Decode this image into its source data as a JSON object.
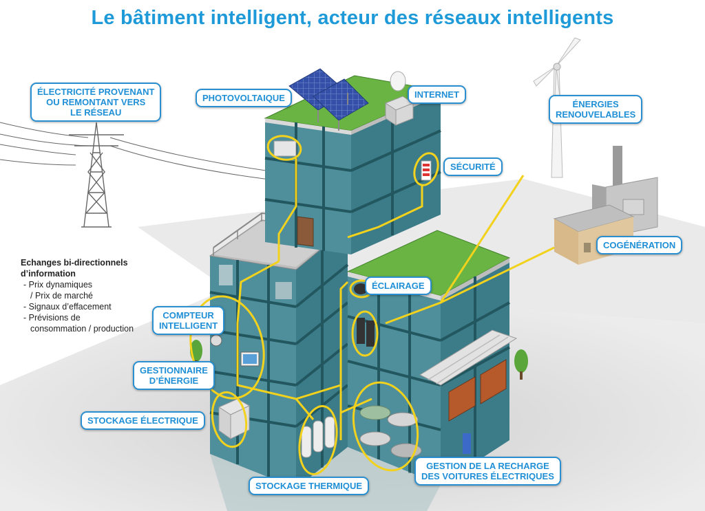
{
  "title": "Le bâtiment intelligent, acteur des réseaux intelligents",
  "labels": {
    "grid": [
      "ÉLECTRICITÉ PROVENANT",
      "OU REMONTANT VERS",
      "LE RÉSEAU"
    ],
    "photovoltaic": "PHOTOVOLTAIQUE",
    "internet": "INTERNET",
    "renewables": [
      "ÉNERGIES",
      "RENOUVELABLES"
    ],
    "security": "SÉCURITÉ",
    "cogeneration": "COGÉNÉRATION",
    "lighting": "ÉCLAIRAGE",
    "smart_meter": [
      "COMPTEUR",
      "INTELLIGENT"
    ],
    "energy_manager": [
      "GESTIONNAIRE",
      "D’ÉNERGIE"
    ],
    "electric_storage": "STOCKAGE ÉLECTRIQUE",
    "thermal_storage": "STOCKAGE THERMIQUE",
    "ev_charging": [
      "GESTION DE LA RECHARGE",
      "DES VOITURES ÉLECTRIQUES"
    ]
  },
  "info": {
    "heading": [
      "Echanges bi-directionnels",
      "d’information"
    ],
    "items": [
      "- Prix dynamiques",
      "  / Prix de marché",
      "- Signaux d’effacement",
      "- Prévisions de",
      "  consommation / production"
    ]
  },
  "colors": {
    "title": "#1f9ad8",
    "callout_border": "#2a8fd0",
    "network_line": "#f2d21c",
    "roof_green": "#69b443",
    "glass": "#4f8f9c",
    "frame": "#22575f"
  }
}
